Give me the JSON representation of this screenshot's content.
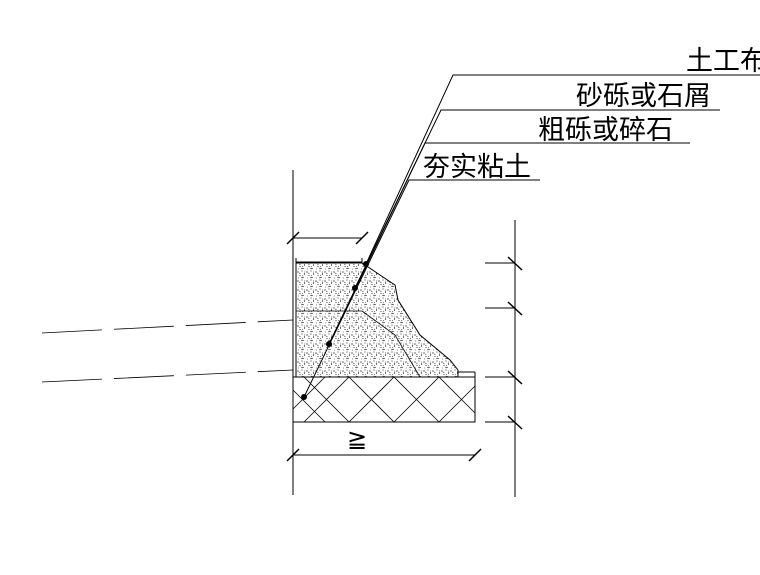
{
  "labels": {
    "geotextile": "土工布",
    "sand_gravel": "砂砾或石屑",
    "coarse_gravel": "粗砾或碎石",
    "compacted_clay": "夯实粘土"
  },
  "dimension_symbol": "≧",
  "colors": {
    "line": "#000000",
    "background": "#ffffff",
    "fill_texture": "#000000"
  }
}
